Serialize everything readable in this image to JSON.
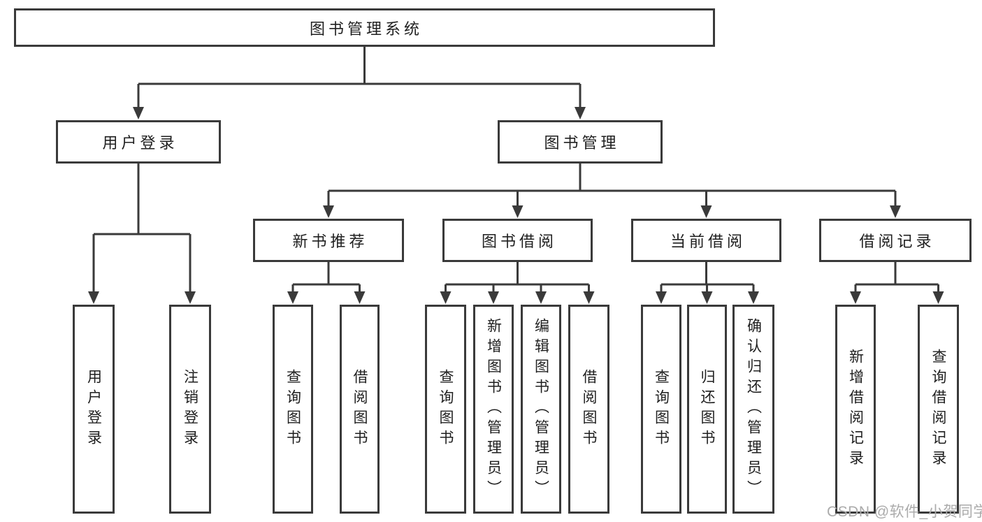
{
  "diagram": {
    "root": {
      "label": "图书管理系统"
    },
    "branches": [
      {
        "label": "用户登录",
        "children": [
          {
            "label": "用户登录"
          },
          {
            "label": "注销登录"
          }
        ]
      },
      {
        "label": "图书管理",
        "children": [
          {
            "label": "新书推荐",
            "children": [
              {
                "label": "查询图书"
              },
              {
                "label": "借阅图书"
              }
            ]
          },
          {
            "label": "图书借阅",
            "children": [
              {
                "label": "查询图书"
              },
              {
                "label": "新增图书（管理员）"
              },
              {
                "label": "编辑图书（管理员）"
              },
              {
                "label": "借阅图书"
              }
            ]
          },
          {
            "label": "当前借阅",
            "children": [
              {
                "label": "查询图书"
              },
              {
                "label": "归还图书"
              },
              {
                "label": "确认归还（管理员）"
              }
            ]
          },
          {
            "label": "借阅记录",
            "children": [
              {
                "label": "新增借阅记录"
              },
              {
                "label": "查询借阅记录"
              }
            ]
          }
        ]
      }
    ],
    "watermark": "CSDN @软件_小贺同学",
    "colors": {
      "line": "#3a3a3a",
      "text": "#1f1f1f",
      "background": "#ffffff",
      "watermark": "#ababab"
    }
  }
}
